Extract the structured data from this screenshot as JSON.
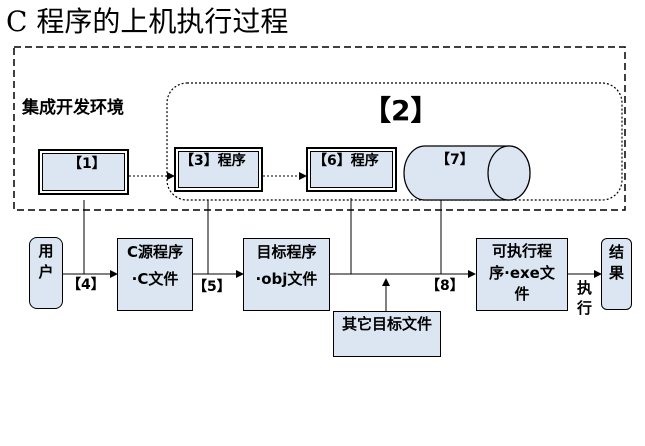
{
  "title": "C 程序的上机执行过程",
  "ide": {
    "label": "集成开发环境"
  },
  "region2": {
    "label": "【2】"
  },
  "boxes": {
    "b1": "【1】",
    "b3": "【3】程序",
    "b6": "【6】程序",
    "b7": "【7】"
  },
  "flow": {
    "user": [
      "用",
      "户"
    ],
    "source": [
      "C源程序",
      "·C文件"
    ],
    "object": [
      "目标程序",
      "·obj文件"
    ],
    "other_objects": "其它目标文件",
    "executable": [
      "可执行程",
      "序·exe文",
      "件"
    ],
    "result": [
      "结",
      "果"
    ]
  },
  "edge_labels": {
    "e4": "【4】",
    "e5": "【5】",
    "e8": "【8】",
    "run": [
      "执",
      "行"
    ]
  }
}
